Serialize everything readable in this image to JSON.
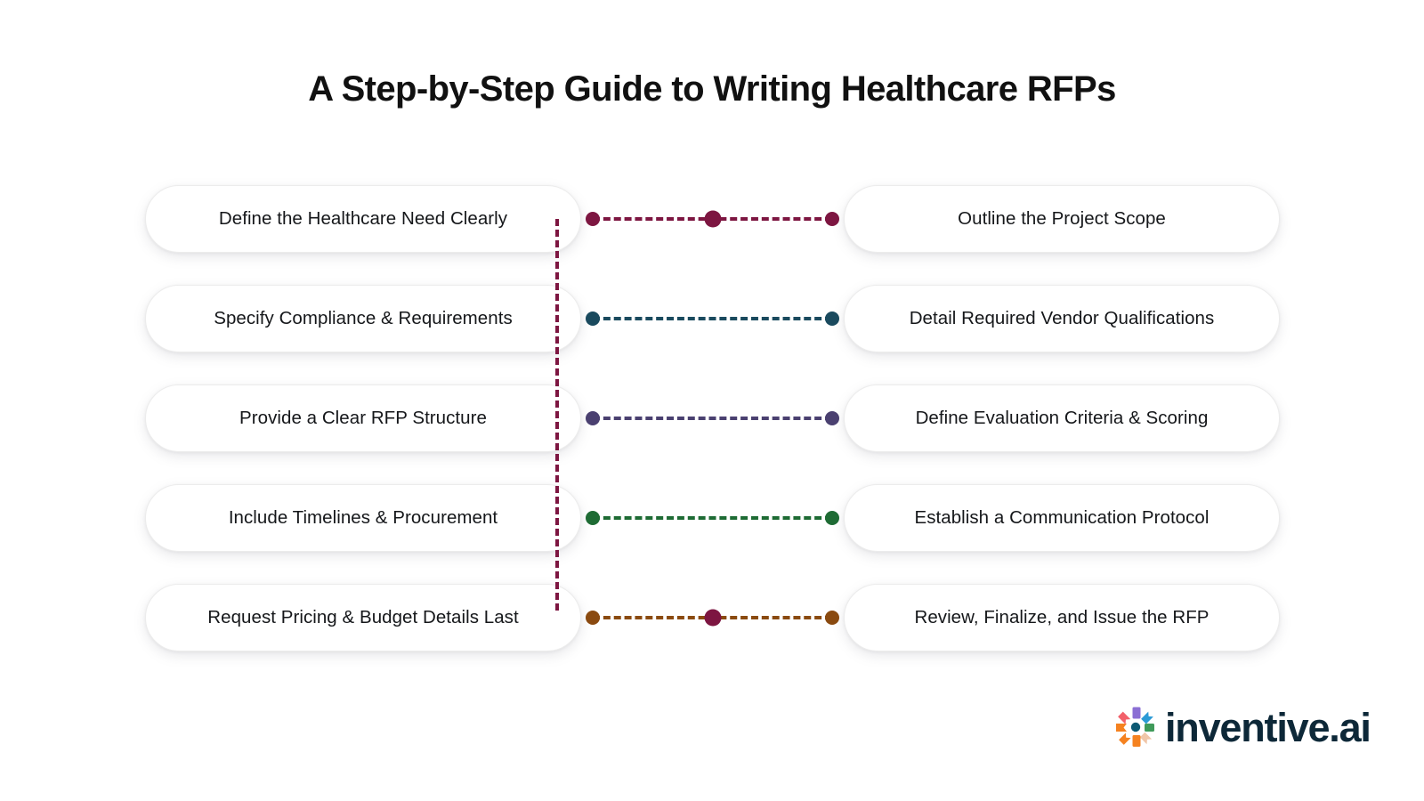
{
  "page": {
    "background": "#ffffff",
    "title": "A Step-by-Step Guide to Writing Healthcare RFPs"
  },
  "diagram": {
    "type": "two-column-connected-steps",
    "rows": [
      {
        "left_label": "Define the Healthcare Need Clearly",
        "right_label": "Outline the Project Scope",
        "color": "#7d1641",
        "has_center_node": true
      },
      {
        "left_label": "Specify Compliance & Requirements",
        "right_label": "Detail Required Vendor Qualifications",
        "color": "#1a4a5e",
        "has_center_node": false
      },
      {
        "left_label": "Provide a Clear RFP Structure",
        "right_label": "Define Evaluation Criteria & Scoring",
        "color": "#4a4070",
        "has_center_node": false
      },
      {
        "left_label": "Include Timelines & Procurement",
        "right_label": "Establish a Communication Protocol",
        "color": "#1e6b34",
        "has_center_node": false
      },
      {
        "left_label": "Request Pricing & Budget Details Last",
        "right_label": "Review, Finalize, and Issue the RFP",
        "color": "#8a4a10",
        "has_center_node": true
      }
    ],
    "spine_color": "#7d1641"
  },
  "logo": {
    "text": "inventive.ai",
    "text_color": "#0d2838",
    "mark_name": "inventive-pinwheel-mark",
    "mark_colors": {
      "top": "#8b6fd4",
      "top_right": "#2b9ad6",
      "right": "#3f9a5a",
      "bottom_right": "#f0c6a8",
      "bottom": "#f58220",
      "bottom_left": "#f58220",
      "left": "#f58220",
      "top_left": "#f2606a",
      "center": "#0d5a73"
    }
  }
}
